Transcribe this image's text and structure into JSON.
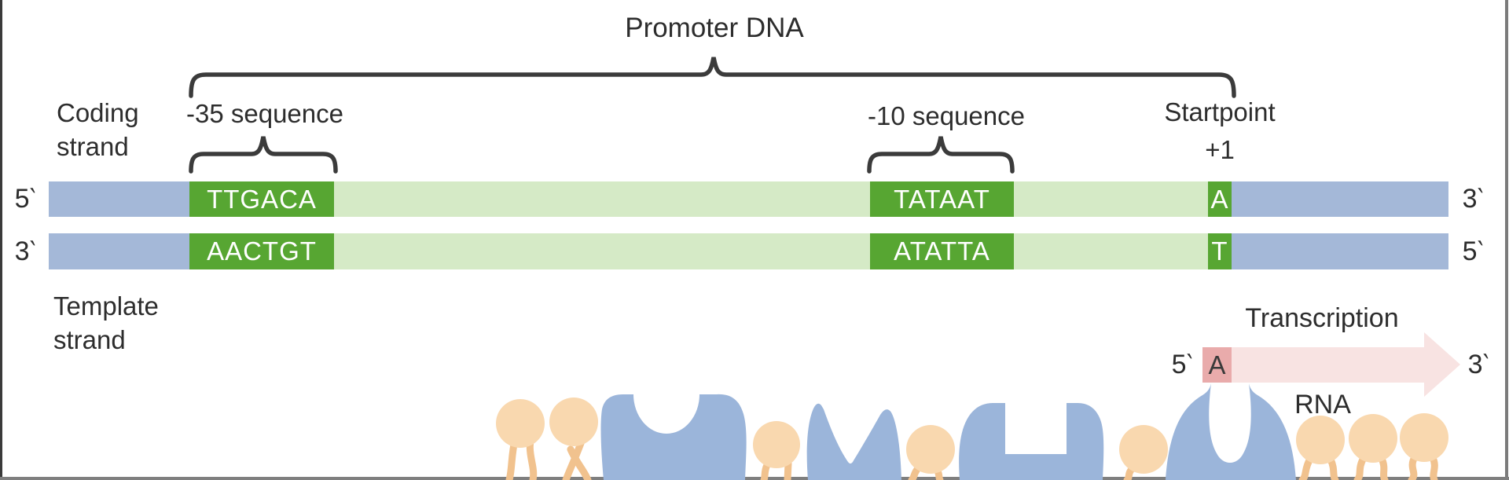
{
  "title": "Promoter DNA",
  "labels": {
    "coding_line1": "Coding",
    "coding_line2": "strand",
    "template_line1": "Template",
    "template_line2": "strand",
    "minus35": "-35 sequence",
    "minus10": "-10 sequence",
    "startpoint": "Startpoint",
    "plus_one": "+1",
    "transcription": "Transcription",
    "rna": "RNA"
  },
  "strands": {
    "coding": {
      "five_end": "5‵",
      "three_end": "3‵",
      "minus35_seq": "TTGACA",
      "minus10_seq": "TATAAT",
      "start_base": "A"
    },
    "template": {
      "three_end": "3‵",
      "five_end": "5‵",
      "minus35_seq": "AACTGT",
      "minus10_seq": "ATATTA",
      "start_base": "T"
    }
  },
  "rna_transcript": {
    "five_end": "5‵",
    "start_base": "A",
    "three_end": "3‵"
  },
  "colors": {
    "strand_blue": "#a4b8d8",
    "promoter_light_green": "#d5eac6",
    "sequence_box_green": "#57a632",
    "rna_arrow_pink": "#f8e3e2",
    "rna_start_box_pink": "#e9abab",
    "protein_circle_orange": "#f9d8af",
    "protein_stem_orange": "#f1c28e",
    "polymerase_blue": "#9bb5da",
    "text_dark": "#2d2d2d",
    "brace_dark": "#3b3b3b"
  }
}
